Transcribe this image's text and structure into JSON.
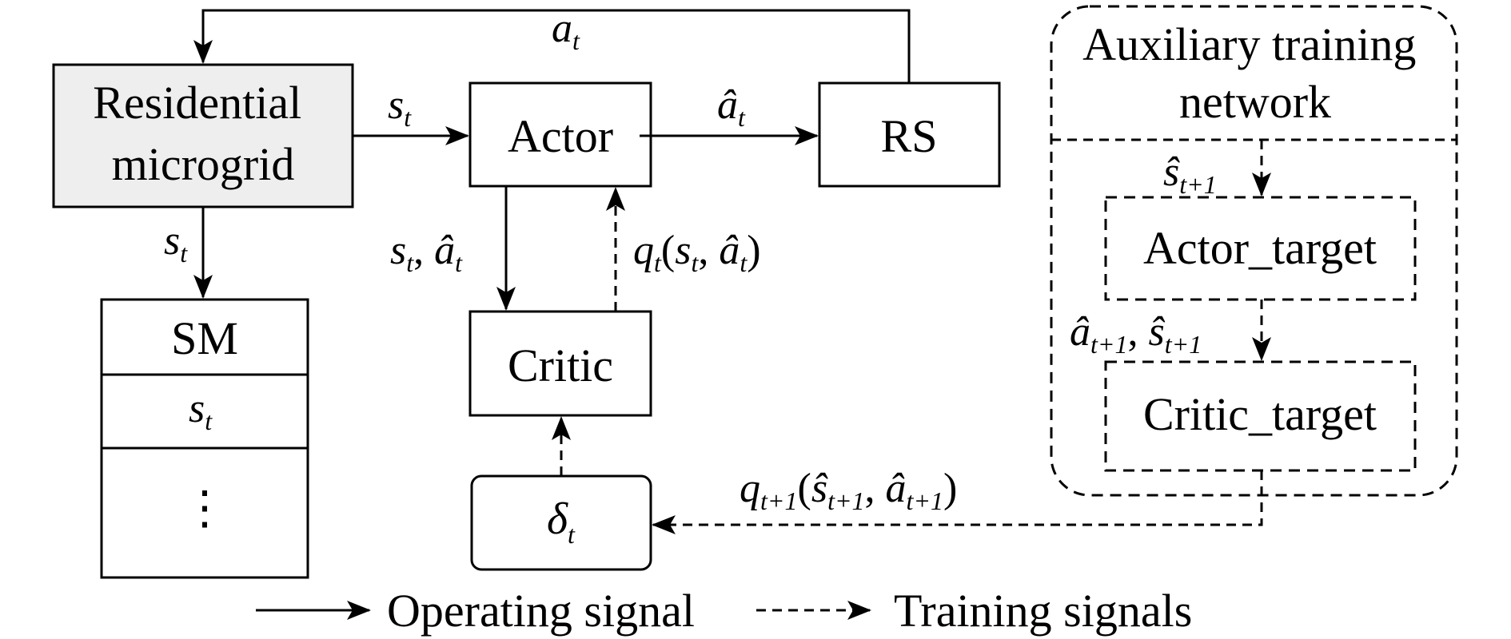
{
  "nodes": {
    "microgrid": {
      "line1": "Residential",
      "line2": "microgrid"
    },
    "actor": "Actor",
    "rs": "RS",
    "critic": "Critic",
    "sm": {
      "title": "SM",
      "row1": "s",
      "row1_sub": "t",
      "row2": "⋮"
    },
    "delta": {
      "sym": "δ",
      "sub": "t"
    },
    "aux": {
      "line1": "Auxiliary training",
      "line2": "network"
    },
    "actor_target": "Actor_target",
    "critic_target": "Critic_target"
  },
  "edges": {
    "a_t": {
      "sym": "a",
      "sub": "t"
    },
    "s_t_to_actor": {
      "sym": "s",
      "sub": "t"
    },
    "ahat_t": {
      "sym": "â",
      "sub": "t"
    },
    "s_t_to_sm": {
      "sym": "s",
      "sub": "t"
    },
    "s_ahat_to_critic": {
      "s": "s",
      "s_sub": "t",
      "sep": ", ",
      "a": "â",
      "a_sub": "t"
    },
    "q_t": {
      "q": "q",
      "q_sub": "t",
      "open": "(",
      "s": "s",
      "s_sub": "t",
      "sep": ", ",
      "a": "â",
      "a_sub": "t",
      "close": ")"
    },
    "shat_t1": {
      "sym": "ŝ",
      "sub": "t+1"
    },
    "ahat_shat_t1": {
      "a": "â",
      "a_sub": "t+1",
      "sep": ", ",
      "s": "ŝ",
      "s_sub": "t+1"
    },
    "q_t1": {
      "q": "q",
      "q_sub": "t+1",
      "open": "(",
      "s": "ŝ",
      "s_sub": "t+1",
      "sep": ", ",
      "a": "â",
      "a_sub": "t+1",
      "close": ")"
    }
  },
  "legend": {
    "operating": "Operating signal",
    "training": "Training signals"
  }
}
